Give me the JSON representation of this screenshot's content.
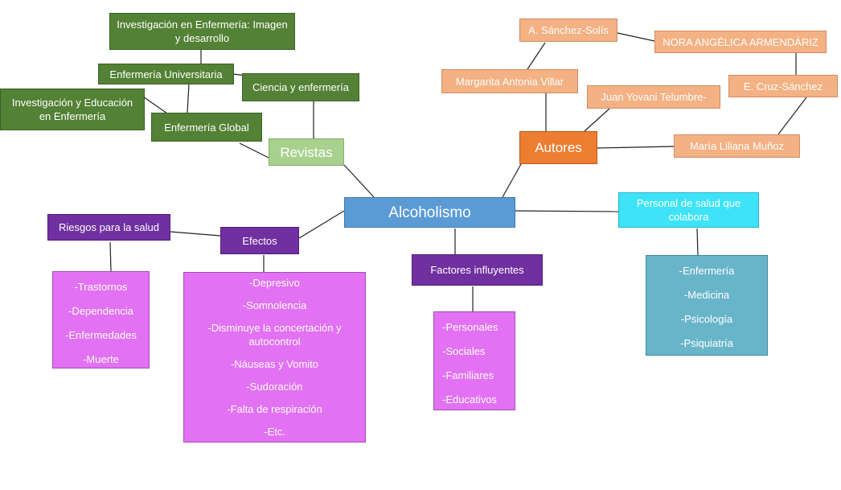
{
  "center": "Alcoholismo",
  "revistas": {
    "label": "Revistas",
    "items": [
      "Investigación en Enfermería: Imagen y desarrollo",
      "Enfermería Universitaria",
      "Ciencia y enfermería",
      "Investigación y Educación en Enfermería",
      "Enfermería Global"
    ]
  },
  "autores": {
    "label": "Autores",
    "items": [
      "A. Sánchez-Solís",
      "NORA ANGÉLICA ARMENDÁRIZ",
      "Margarita Antonia Villar",
      "E. Cruz-Sánchez",
      "Juan Yovani Telumbre-",
      "María Liliana Muñoz"
    ]
  },
  "personal": {
    "label": "Personal de salud que colabora",
    "items": [
      "-Enfermería",
      "-Medicina",
      "-Psicología",
      "-Psiquiatría"
    ]
  },
  "factores": {
    "label": "Factores influyentes",
    "items": [
      "-Personales",
      "-Sociales",
      "-Familiares",
      "-Educativos"
    ]
  },
  "efectos": {
    "label": "Efectos",
    "items": [
      "-Depresivo",
      "-Somnolencia",
      "-Disminuye la concertación y autocontrol",
      "-Náuseas y Vomito",
      "-Sudoración",
      "-Falta de respiración",
      "-Etc."
    ]
  },
  "riesgos": {
    "label": "Riesgos para la salud",
    "items": [
      "-Trastornos",
      "-Dependencia",
      "-Enfermedades",
      "-Muerte"
    ]
  }
}
